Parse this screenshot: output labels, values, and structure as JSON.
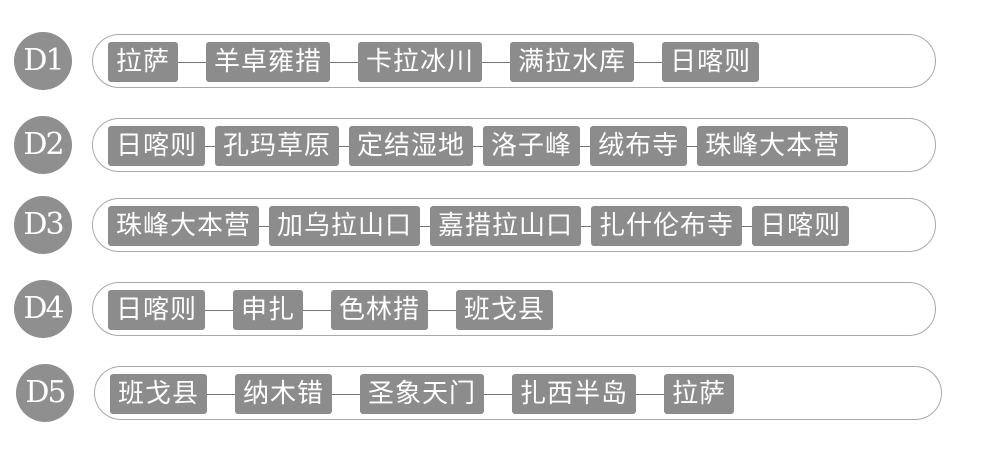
{
  "days": [
    {
      "label": "D1",
      "stops": [
        "拉萨",
        "羊卓雍措",
        "卡拉冰川",
        "满拉水库",
        "日喀则"
      ]
    },
    {
      "label": "D2",
      "stops": [
        "日喀则",
        "孔玛草原",
        "定结湿地",
        "洛子峰",
        "绒布寺",
        "珠峰大本营"
      ]
    },
    {
      "label": "D3",
      "stops": [
        "珠峰大本营",
        "加乌拉山口",
        "嘉措拉山口",
        "扎什伦布寺",
        "日喀则"
      ]
    },
    {
      "label": "D4",
      "stops": [
        "日喀则",
        "申扎",
        "色林措",
        "班戈县"
      ]
    },
    {
      "label": "D5",
      "stops": [
        "班戈县",
        "纳木错",
        "圣象天门",
        "扎西半岛",
        "拉萨"
      ]
    }
  ]
}
